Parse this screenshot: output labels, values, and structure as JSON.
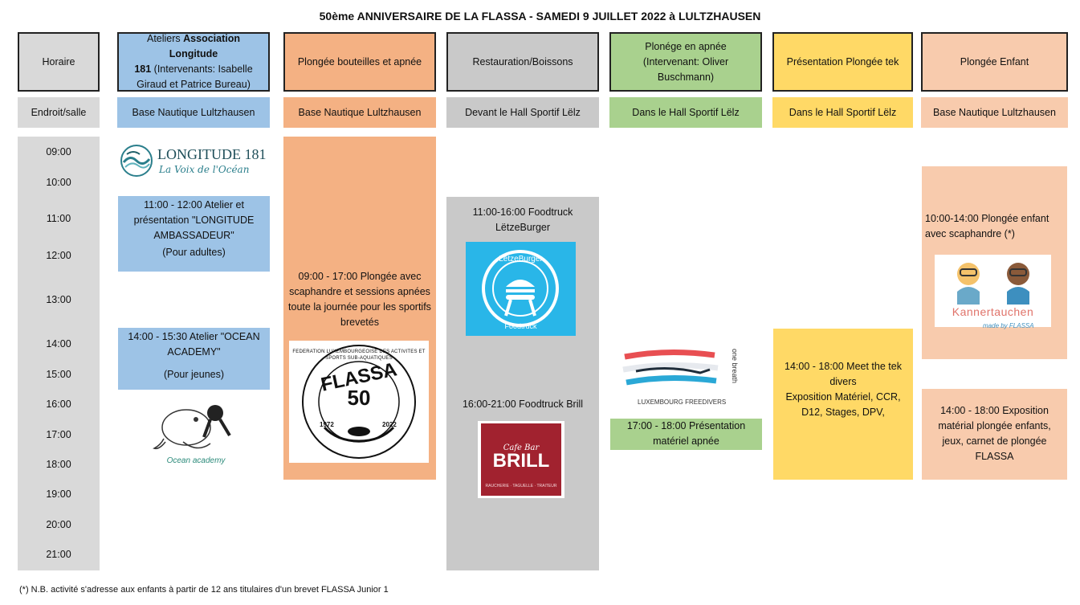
{
  "title": "50ème ANNIVERSAIRE DE LA FLASSA - SAMEDI 9 JUILLET 2022 à LULTZHAUSEN",
  "headers": {
    "horaire": "Horaire",
    "ateliers_line1_pre": "Ateliers ",
    "ateliers_line1_bold": "Association Longitude",
    "ateliers_line2_bold": "181",
    "ateliers_line2_rest": " (Intervenants: Isabelle Giraud et Patrice Bureau)",
    "plongee_bouteilles": "Plongée bouteilles et apnée",
    "restauration": "Restauration/Boissons",
    "plonege_apnee": "Plonége en apnée (Intervenant: Oliver Buschmann)",
    "presentation_tek": "Présentation Plongée tek",
    "plongee_enfant": "Plongée Enfant"
  },
  "locations": {
    "label": "Endroit/salle",
    "col1": "Base Nautique Lultzhausen",
    "col2": "Base Nautique Lultzhausen",
    "col3": "Devant le Hall Sportif Lëlz",
    "col4": "Dans le Hall Sportif Lëlz",
    "col5": "Dans le Hall Sportif Lëlz",
    "col6": "Base Nautique Lultzhausen"
  },
  "times": [
    "09:00",
    "10:00",
    "11:00",
    "12:00",
    "13:00",
    "14:00",
    "15:00",
    "16:00",
    "17:00",
    "18:00",
    "19:00",
    "20:00",
    "21:00"
  ],
  "blocks": {
    "atelier1_line1": "11:00 - 12:00 Atelier et présentation \"LONGITUDE AMBASSADEUR\"",
    "atelier1_line2": "(Pour adultes)",
    "atelier2_line1": "14:00 - 15:30 Atelier \"OCEAN ACADEMY\"",
    "atelier2_line2": "(Pour jeunes)",
    "plongee_main": "09:00 - 17:00 Plongée avec scaphandre et sessions apnées toute la journée pour les sportifs brevetés",
    "food1": "11:00-16:00 Foodtruck LëtzeBurger",
    "food2": "16:00-21:00 Foodtruck Brill",
    "apnee": "17:00 - 18:00 Présentation matériel apnée",
    "tek_line1": "14:00 - 18:00 Meet the tek divers",
    "tek_line2": "Exposition Matériel, CCR, D12, Stages, DPV,",
    "enfant1": "10:00-14:00 Plongée enfant avec scaphandre (*)",
    "enfant2": "14:00 - 18:00 Exposition matérial plongée enfants, jeux, carnet de plongée FLASSA"
  },
  "logos": {
    "longitude_name": "LONGITUDE 181",
    "longitude_tagline": "La Voix de l'Océan",
    "ocean_academy": "Ocean academy",
    "flassa_ring": "FEDERATION LUXEMBOURGEOISE DES ACTIVITES ET SPORTS SUB-AQUATIQUES",
    "flassa_text": "FLASSA",
    "flassa_50": "50",
    "flassa_year1": "1972",
    "flassa_year2": "2022",
    "letzeburger_top": "LëtzeBurger",
    "letzeburger_bottom": "Foodtruck",
    "brill_script": "Cafe Bar",
    "brill_name": "BRILL",
    "brill_sub": "RAUCHERIE · TAGUELLE · TRAITEUR",
    "freedivers_side": "one breath",
    "freedivers_name": "LUXEMBOURG FREEDIVERS",
    "kanner_name": "Kannertauchen",
    "kanner_sub": "made by FLASSA"
  },
  "footnote": "(*) N.B. activité s'adresse aux enfants à partir de 12 ans titulaires d'un brevet FLASSA Junior 1",
  "colors": {
    "grey": "#d9d9d9",
    "blue": "#9dc3e6",
    "orange": "#f4b183",
    "grey_dark": "#c9c9c9",
    "green": "#a9d18e",
    "yellow": "#ffd966",
    "peach": "#f8cbad"
  }
}
